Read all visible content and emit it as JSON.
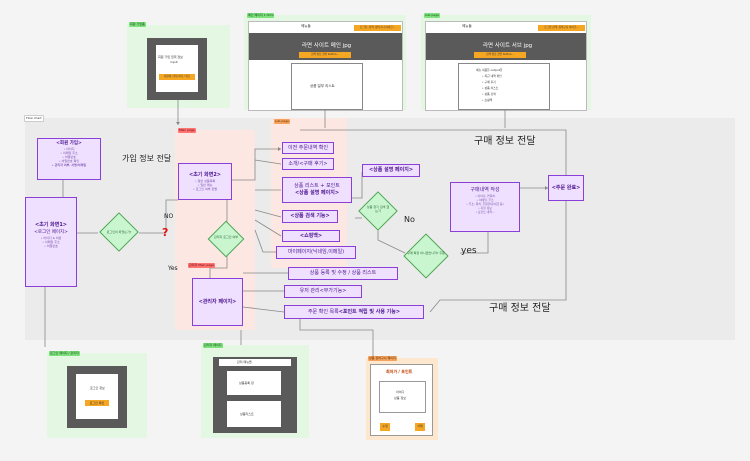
{
  "frames": {
    "signup_form": {
      "tag": "회원 가입폼",
      "line1": "회원 가입 입력 정보",
      "line2": "input",
      "button": "다음에 / 완료하기 / 뒤로"
    },
    "main_page": {
      "tag": "메인 페이지 1.html",
      "menu": "메뉴들",
      "topright": "로그인, 검색, 장바구니 아이콘...",
      "banner": "라면 사이트 메인 jpg",
      "banner_button": "검색 필요 관련 button...",
      "body": "상품 일부 리스트"
    },
    "sub_page": {
      "tag": "sub page",
      "menu": "메뉴들",
      "topright": "로그인,검색, 장바구니 아이콘...",
      "banner": "라면 사이트 서브 jpg",
      "banner_button": "검색 필요 관련 button...",
      "body": [
        "메뉴 내용들 output들",
        "• 최근 내역 확인",
        "• 구매 후기",
        "• 상품 리스트",
        "• 상품 검색",
        "• 쇼핑백"
      ]
    },
    "login": {
      "tag": "로그인 페이지 / 관리자",
      "title": "로그인 정보",
      "button": "로그인 확인"
    },
    "admin": {
      "tag": "관리자 페이지",
      "menu": "관리 메뉴들",
      "item1": "상품등록 창",
      "item2": "상품리스트"
    },
    "cart": {
      "tag": "상품 장바구니 페이지",
      "title": "최저가 / 포인트",
      "body": [
        "아이디",
        "상품 정보"
      ],
      "btn1": "수정",
      "btn2": "삭제"
    }
  },
  "flowchart_tag": "Flow chart",
  "main_tag": "Main page",
  "sub_tag": "sub page",
  "admin_main_tag": "관리자 Main page",
  "nodes": {
    "signup": {
      "title": "<회원 가입>",
      "items": [
        "• 아이디",
        "• 이메일 주소",
        "• 비밀번호",
        "• 비밀번호 확인",
        "• 관리자 여부, 서명/이메일"
      ]
    },
    "home_first": {
      "title": "<초기 화면1>",
      "sub": "<로그인 페이지>",
      "items": [
        "• 아이디 & 비번",
        "• 이메일 주소",
        "• 비밀번호"
      ]
    },
    "home_second": {
      "title": "<초기 화면2>",
      "items": [
        "• 일반 상품목록",
        "• 일반 메뉴",
        "• 로그인 여부 판별"
      ]
    },
    "recent": "이전 주문내역 확인",
    "review": "소개/<구매 후기>",
    "list": {
      "line1": "상품 리스트 + 포인트",
      "line2": "<상품 설명 페이지>"
    },
    "detail": "<상품 설명 페이지>",
    "search": "<상품 검색 기능>",
    "shop": "<쇼핑백>",
    "mypage": "마이페이지(닉네임,이메일)",
    "purchase": {
      "title": "구매내역 작성",
      "items": [
        "• 아이디, 연락처",
        "• 이메일, 주소",
        "• 주소, 위치, 주문한대(세금 등)",
        "• 지불 정보",
        "• 포인트 내역..."
      ]
    },
    "order_done": "<주문 완료>",
    "admin": "<관리자 페이지>",
    "prod_reg": "상품 등록 및 수정 / 상품 리스트",
    "user_mgmt": "유저 관리<부가기능>",
    "point": {
      "prefix": "주문 확인 목록 ",
      "strong": "<포인트 적립 및 사용 기능>"
    }
  },
  "diamonds": {
    "d1": "로그인이 되었는가?",
    "d2": "관리자 로그인 여부",
    "d3": "상품 찾기 검색 했는가",
    "d4": "구매 확정 하시겠습니까? 주문"
  },
  "annotations": {
    "signup_info": "가입 정보 전달",
    "purchase_info_top": "구매 정보 전달",
    "purchase_info_bottom": "구매 정보 전달",
    "no1": "NO",
    "no2": "No",
    "yes1": "Yes",
    "yes2": "yes",
    "question": "?"
  },
  "colors": {
    "node_fill": "#efe0ff",
    "node_border": "#8a3fd8",
    "diamond_fill": "#c9f5cf",
    "green_panel": "#e3f7e3",
    "orange_panel": "#fde7cf",
    "frame_dark": "#5a5a5a",
    "accent_orange": "#f5a623"
  }
}
